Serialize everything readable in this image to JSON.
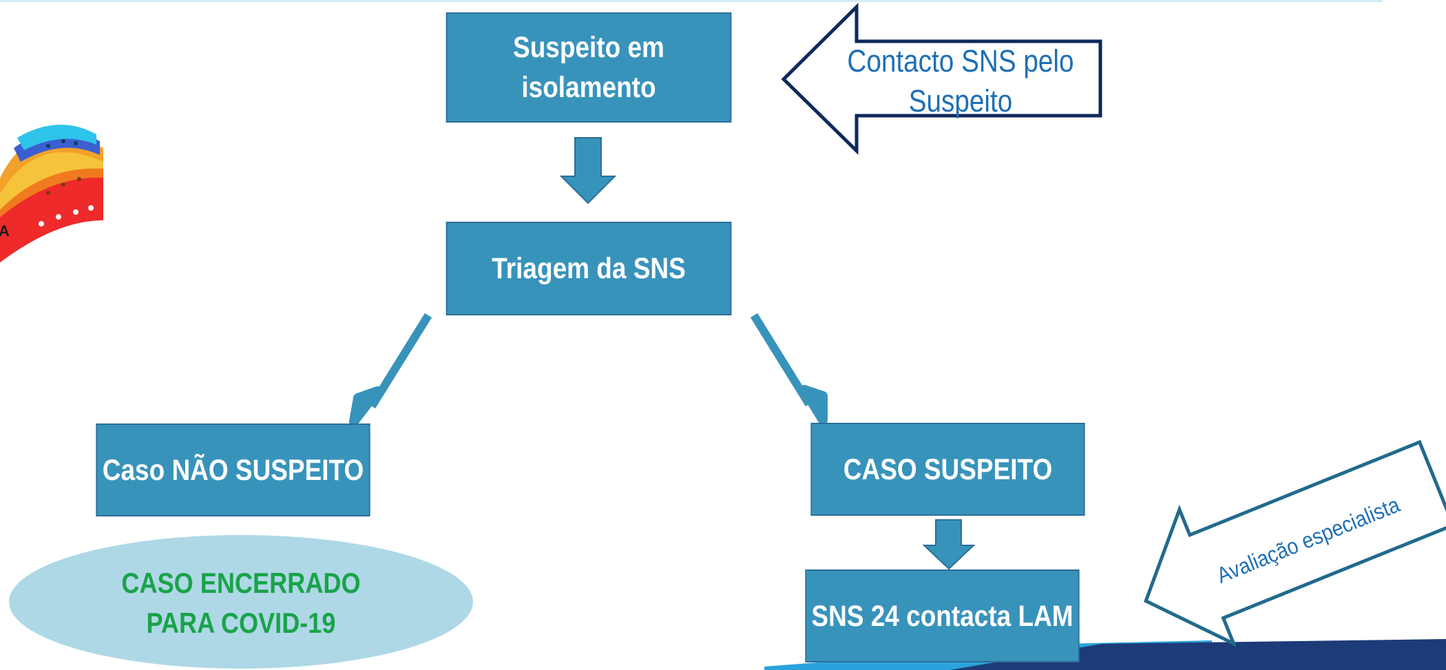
{
  "boxes": {
    "suspect_isolation": "Suspeito em\nisolamento",
    "triage": "Triagem da SNS",
    "not_suspect": "Caso NÃO SUSPEITO",
    "suspect_case": "CASO SUSPEITO",
    "lam_contact": "SNS 24 contacta LAM"
  },
  "closed_case": "CASO ENCERRADO\nPARA COVID-19",
  "callouts": {
    "contact": "Contacto SNS pelo\nSuspeito",
    "specialist": "Avaliação especialista"
  },
  "bracelet_text": "A",
  "colors": {
    "box_fill": "#3893bb",
    "box_border": "#2a6f96",
    "arrow": "#3893bb",
    "callout_outline": "#0e2a5a",
    "callout_outline_2": "#226a8c",
    "ellipse": "#aed8e6",
    "closed_text": "#1aa34a",
    "callout_text": "#1f6fb4",
    "footer_band": "#1d3b78",
    "footer_accent": "#2aa3dc"
  }
}
